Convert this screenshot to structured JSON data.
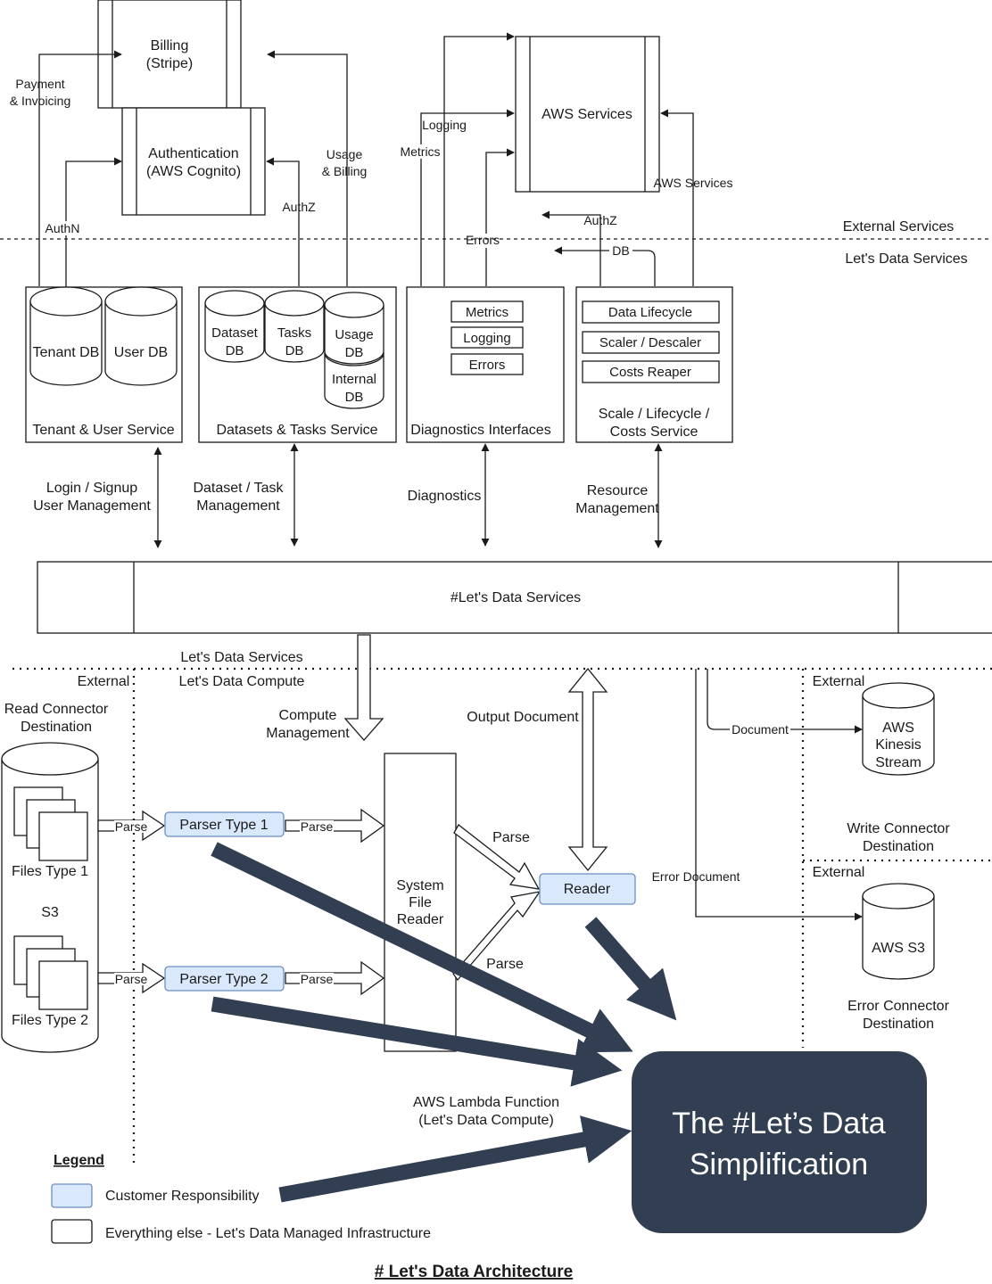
{
  "external": {
    "billing": [
      "Billing",
      "(Stripe)"
    ],
    "auth": [
      "Authentication",
      "(AWS Cognito)"
    ],
    "aws_services": "AWS Services",
    "payment": [
      "Payment",
      "& Invoicing"
    ],
    "usage_billing": [
      "Usage",
      "& Billing"
    ],
    "authn": "AuthN",
    "authz1": "AuthZ",
    "logging": "Logging",
    "metrics": "Metrics",
    "errors": "Errors",
    "authz2": "AuthZ",
    "db": "DB",
    "aws_services_label": "AWS Services",
    "external_services": "External Services",
    "lets_data_services_zone": "Let's Data Services"
  },
  "services": {
    "tenant_db": "Tenant DB",
    "user_db": "User DB",
    "tenant_service": "Tenant & User Service",
    "dataset_db": [
      "Dataset",
      "DB"
    ],
    "tasks_db": [
      "Tasks",
      "DB"
    ],
    "usage_db": [
      "Usage",
      "DB"
    ],
    "internal_db": [
      "Internal",
      "DB"
    ],
    "datasets_service": "Datasets & Tasks Service",
    "diag_metrics": "Metrics",
    "diag_logging": "Logging",
    "diag_errors": "Errors",
    "diag_service": "Diagnostics Interfaces",
    "data_lifecycle": "Data Lifecycle",
    "scaler": "Scaler / Descaler",
    "costs_reaper": "Costs Reaper",
    "scale_service": [
      "Scale / Lifecycle /",
      "Costs Service"
    ],
    "login": [
      "Login / Signup",
      "User Management"
    ],
    "dataset_task": [
      "Dataset / Task",
      "Management"
    ],
    "diagnostics": "Diagnostics",
    "resource": [
      "Resource",
      "Management"
    ],
    "bar": "#Let's Data Services"
  },
  "compute": {
    "zone_services": "Let's Data Services",
    "zone_compute": "Let's Data Compute",
    "external_left": "External",
    "read_connector": [
      "Read Connector",
      "Destination"
    ],
    "compute_mgmt": [
      "Compute",
      "Management"
    ],
    "output_document": "Output Document",
    "document": "Document",
    "external_top": "External",
    "kinesis": [
      "AWS",
      "Kinesis",
      "Stream"
    ],
    "write_connector": [
      "Write Connector",
      "Destination"
    ],
    "external_mid": "External",
    "error_document": "Error Document",
    "aws_s3": "AWS S3",
    "error_connector": [
      "Error Connector",
      "Destination"
    ],
    "files1": "Files Type 1",
    "s3": "S3",
    "files2": "Files Type 2",
    "parse": "Parse",
    "parser1": "Parser Type 1",
    "parser2": "Parser Type 2",
    "system_reader": [
      "System",
      "File",
      "Reader"
    ],
    "reader": "Reader",
    "lambda": [
      "AWS Lambda Function",
      "(Let's Data Compute)"
    ]
  },
  "legend": {
    "title": "Legend",
    "customer": "Customer Responsibility",
    "managed": "Everything else - Let's Data Managed Infrastructure"
  },
  "callout": [
    "The #Let’s Data",
    "Simplification"
  ],
  "footer_title": "# Let's Data Architecture",
  "colors": {
    "customer_fill": "#dae8fc",
    "customer_stroke": "#6c8ebf",
    "callout": "#323e51"
  }
}
